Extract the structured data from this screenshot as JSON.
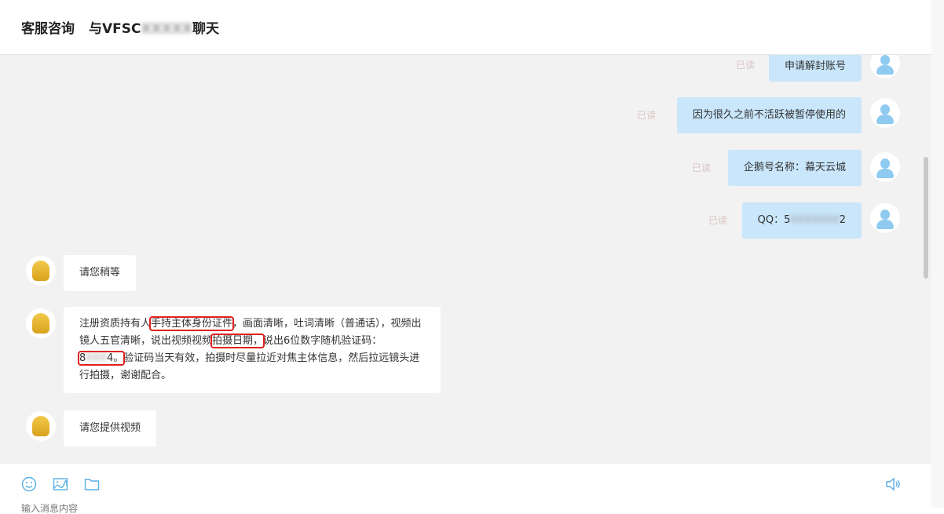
{
  "header": {
    "title": "客服咨询",
    "chat_prefix": "与VFSC",
    "chat_blurred": "XXXXX",
    "chat_suffix": "聊天"
  },
  "messages_me": [
    {
      "text": "申请解封账号",
      "status": "已读"
    },
    {
      "text": "因为很久之前不活跃被暂停使用的",
      "status": "已读"
    },
    {
      "text": "企鹅号名称：幕天云城",
      "status": "已读"
    },
    {
      "prefix": "QQ：5",
      "blurred": "XXXXXXX",
      "suffix": "2",
      "status": "已读"
    }
  ],
  "messages_them": [
    {
      "text": "请您稍等"
    },
    {
      "parts": [
        {
          "t": "注册资质持有人"
        },
        {
          "t": "手持主体身份证件",
          "hl": true
        },
        {
          "t": "，画面清晰，吐词清晰（普通话），视频出镜人五官清晰，说出视频视频"
        },
        {
          "t": "拍摄日期，",
          "hl": true
        },
        {
          "t": "说出6位数字随机验证码："
        },
        {
          "t": "8",
          "hl": true,
          "blur_after": "XXX",
          "after": "4。"
        },
        {
          "t": "验证码当天有效，拍摄时尽量拉近对焦主体信息，然后拉远镜头进行拍摄，谢谢配合。"
        }
      ]
    },
    {
      "text": "请您提供视频"
    }
  ],
  "toolbar": {
    "icons": [
      "emoji-icon",
      "image-icon",
      "folder-icon",
      "volume-icon"
    ]
  },
  "input": {
    "placeholder": "输入消息内容"
  },
  "colors": {
    "accent": "#5aaee6",
    "my_bubble": "#c9e6fb",
    "highlight": "#e02020"
  }
}
